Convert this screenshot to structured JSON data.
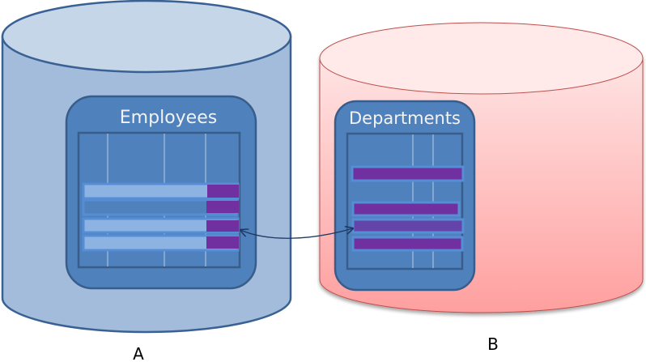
{
  "diagram": {
    "type": "database-relationship",
    "databases": [
      {
        "id": "A",
        "label": "A",
        "color_body": "#a3bcdc",
        "color_top": "#c6d6e9",
        "color_stroke": "#3a6194",
        "table": {
          "name": "Employees",
          "row_count": 4,
          "highlighted_rows": [
            0,
            2,
            3
          ],
          "key_column": "last",
          "key_color": "#7030a0"
        }
      },
      {
        "id": "B",
        "label": "B",
        "color_body": "#ffb3b3",
        "color_top": "#ffe9e9",
        "color_stroke": "#c0504d",
        "table": {
          "name": "Departments",
          "row_count": 4,
          "key_color": "#7030a0"
        }
      }
    ],
    "relationship": {
      "from": "Employees",
      "to": "Departments",
      "style": "double-headed curved arrow",
      "color": "#1f3864"
    },
    "colors": {
      "table_container": "#4f81bd",
      "table_border": "#385d8a",
      "row_light": "#8db3e2",
      "row_outline": "#558ed5",
      "title_text": "#f2f2f2"
    }
  }
}
